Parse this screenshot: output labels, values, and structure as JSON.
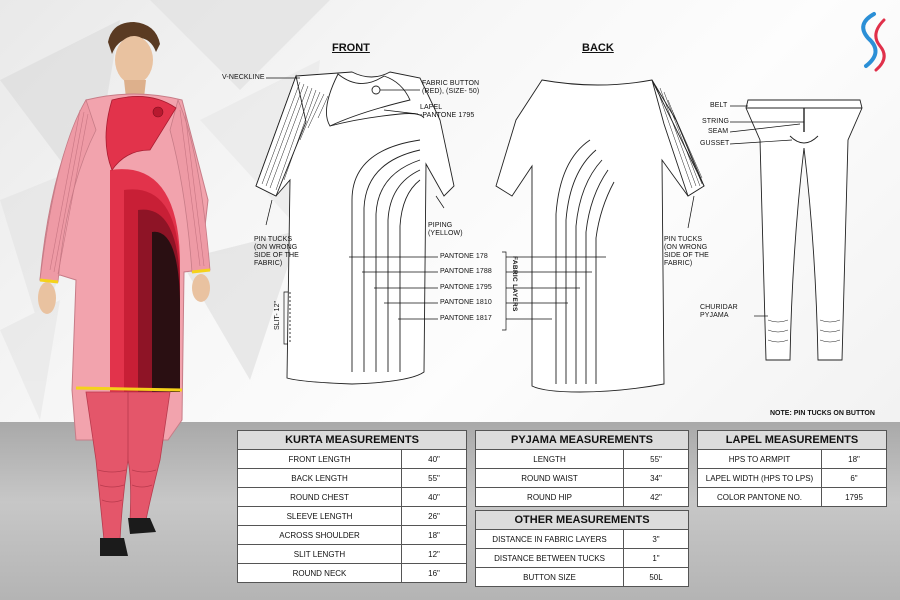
{
  "views": {
    "front": "FRONT",
    "back": "BACK"
  },
  "front_labels": {
    "vneck": "V-NECKLINE",
    "button": "FABRIC BUTTON\n(RED), (SIZE- 50)",
    "lapel": "LAPEL\n-PANTONE 1795",
    "piping": "PIPING\n(YELLOW)",
    "pintucks": "PIN TUCKS\n(ON WRONG\nSIDE OF THE\nFABRIC)",
    "slit": "SLIT- 12\"",
    "layers_tag": "FABRIC LAYERS",
    "pantones": [
      "PANTONE 178",
      "PANTONE 1788",
      "PANTONE 1795",
      "PANTONE 1810",
      "PANTONE 1817"
    ]
  },
  "back_labels": {
    "pintucks": "PIN TUCKS\n(ON WRONG\nSIDE OF THE\nFABRIC)"
  },
  "pyjama_labels": {
    "belt": "BELT",
    "string": "STRING",
    "seam": "SEAM",
    "gusset": "GUSSET",
    "churidar": "CHURIDAR\nPYJAMA"
  },
  "note": "NOTE: PIN TUCKS ON BUTTON",
  "kurta": {
    "title": "KURTA MEASUREMENTS",
    "rows": [
      {
        "label": "FRONT LENGTH",
        "value": "40\""
      },
      {
        "label": "BACK LENGTH",
        "value": "55\""
      },
      {
        "label": "ROUND CHEST",
        "value": "40\""
      },
      {
        "label": "SLEEVE LENGTH",
        "value": "26\""
      },
      {
        "label": "ACROSS SHOULDER",
        "value": "18\""
      },
      {
        "label": "SLIT LENGTH",
        "value": "12\""
      },
      {
        "label": "ROUND NECK",
        "value": "16\""
      }
    ]
  },
  "pyjama": {
    "title": "PYJAMA MEASUREMENTS",
    "rows": [
      {
        "label": "LENGTH",
        "value": "55\""
      },
      {
        "label": "ROUND WAIST",
        "value": "34\""
      },
      {
        "label": "ROUND HIP",
        "value": "42\""
      }
    ]
  },
  "other": {
    "title": "OTHER MEASUREMENTS",
    "rows": [
      {
        "label": "DISTANCE IN FABRIC LAYERS",
        "value": "3\""
      },
      {
        "label": "DISTANCE BETWEEN TUCKS",
        "value": "1\""
      },
      {
        "label": "BUTTON SIZE",
        "value": "50L"
      }
    ]
  },
  "lapel": {
    "title": "LAPEL MEASUREMENTS",
    "rows": [
      {
        "label": "HPS TO ARMPIT",
        "value": "18\""
      },
      {
        "label": "LAPEL WIDTH (HPS TO LPS)",
        "value": "6\""
      },
      {
        "label": "COLOR PANTONE NO.",
        "value": "1795"
      }
    ]
  },
  "colors": {
    "kurta_pink": "#f2a3ad",
    "lapel_red": "#e2334b",
    "layer_dark": "#2a0f12",
    "piping_yellow": "#f5d21a",
    "pyjama": "#e4566a",
    "logo_blue": "#2b8fd6",
    "logo_red": "#e0304a"
  }
}
